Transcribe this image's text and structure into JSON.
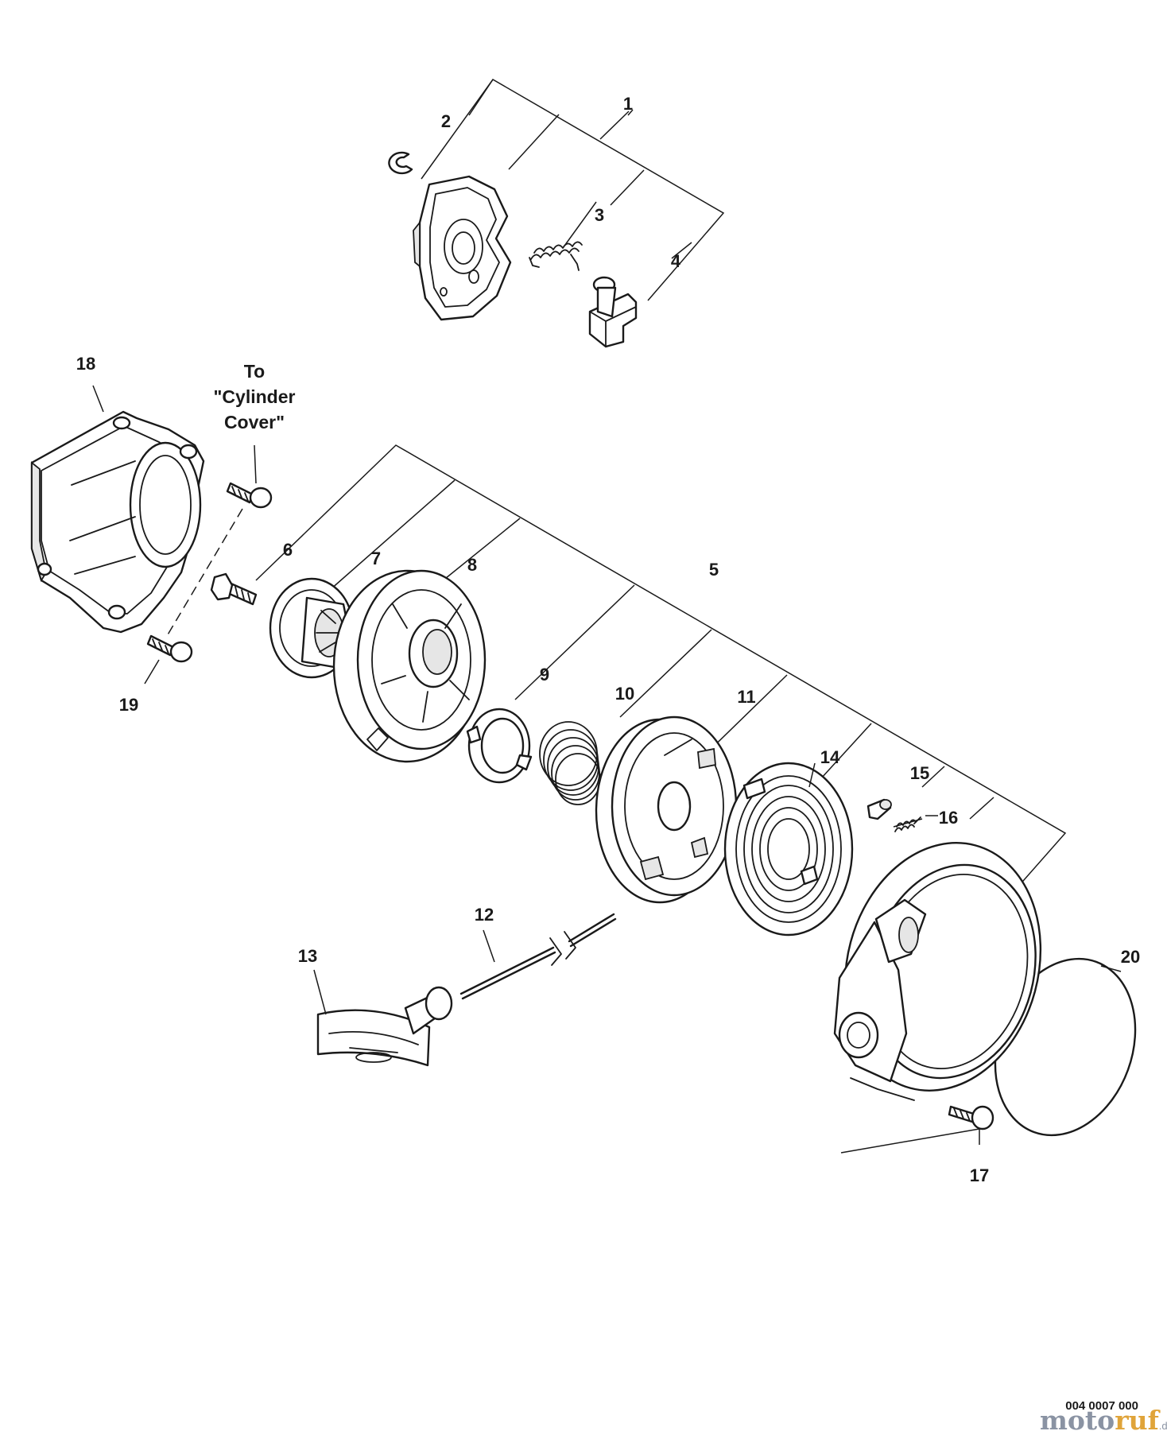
{
  "callouts": {
    "c1": "1",
    "c2": "2",
    "c3": "3",
    "c4": "4",
    "c5": "5",
    "c6": "6",
    "c7": "7",
    "c8": "8",
    "c9": "9",
    "c10": "10",
    "c11": "11",
    "c12": "12",
    "c13": "13",
    "c14": "14",
    "c15": "15",
    "c16": "16",
    "c17": "17",
    "c18": "18",
    "c19": "19",
    "c20": "20"
  },
  "note": {
    "line1": "To",
    "line2": "\"Cylinder",
    "line3": "Cover\""
  },
  "drawing_number": "004 0007 000",
  "watermark": {
    "part1": "moto",
    "part2": "ruf",
    "suffix": ".de"
  },
  "colors": {
    "line": "#1a1a1a",
    "background": "#ffffff",
    "watermark_grey": "#8a93a3",
    "watermark_orange": "#e0a43a"
  }
}
